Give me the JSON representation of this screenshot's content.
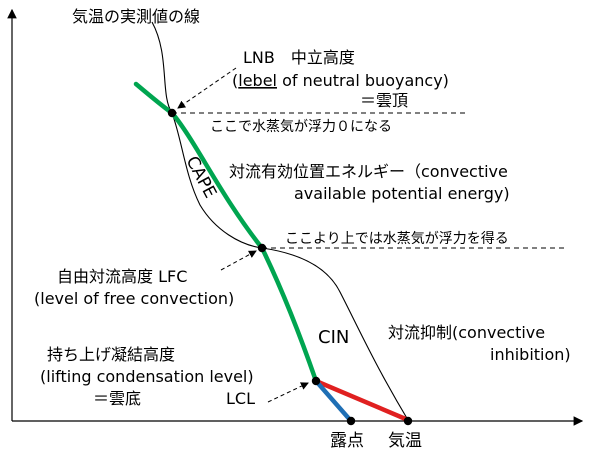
{
  "diagram": {
    "curve_label": "気温の実測値の線",
    "lnb": {
      "title": "LNB　中立高度",
      "english_prefix": "(",
      "english_squiggle": "lebel",
      "english_rest": " of neutral buoyancy)",
      "equiv": "＝雲頂"
    },
    "lnb_note": "ここで水蒸気が浮力０になる",
    "cape_label": "CAPE",
    "cape_desc_line1": "対流有効位置エネルギー（convective",
    "cape_desc_line2": "available potential energy)",
    "lfc_note": "ここより上では水蒸気が浮力を得る",
    "lfc": {
      "title": "自由対流高度  LFC",
      "english": "(level of free convection)"
    },
    "cin_label": "CIN",
    "cin_desc_line1": "対流抑制(convective",
    "cin_desc_line2": "inhibition)",
    "lcl": {
      "title": "持ち上げ凝結高度",
      "english": "(lifting condensation level)",
      "equiv": "＝雲底",
      "abbr": "LCL"
    },
    "x_label_dewpoint": "露点",
    "x_label_temperature": "気温",
    "colors": {
      "parcel_path": "#00a550",
      "dry_adiabat": "#e02020",
      "dewpoint_line": "#1f6fb5",
      "environment_curve": "#000000",
      "dashed_guides": "#000000"
    }
  }
}
